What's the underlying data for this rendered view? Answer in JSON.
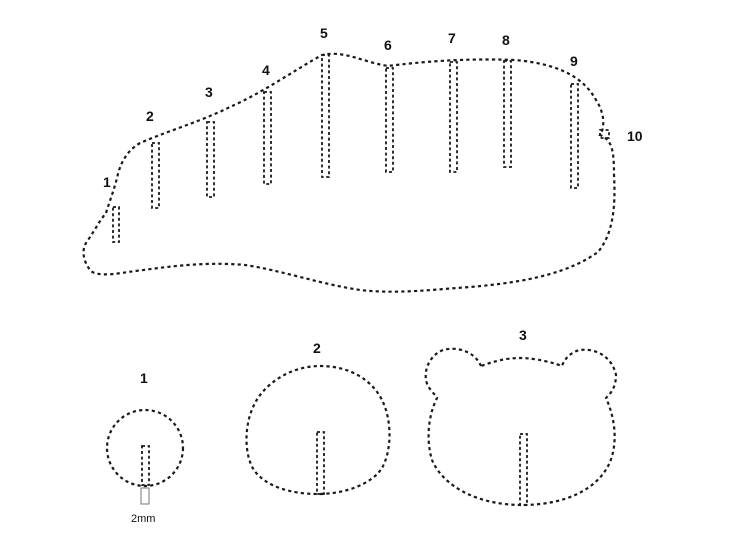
{
  "main_piece": {
    "slot_labels": [
      "1",
      "2",
      "3",
      "4",
      "5",
      "6",
      "7",
      "8",
      "9",
      "10"
    ]
  },
  "small_pieces": {
    "labels": [
      "1",
      "2",
      "3"
    ],
    "dimension_label": "2mm"
  }
}
